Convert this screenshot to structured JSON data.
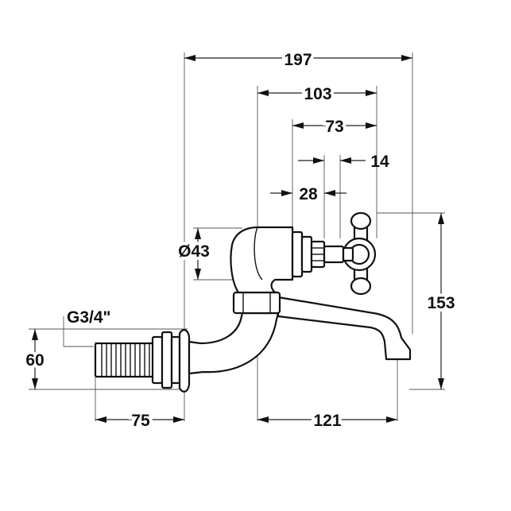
{
  "dimensions": {
    "overall_length": "197",
    "spout_to_handle": "103",
    "body_to_handle": "73",
    "spindle": "14",
    "stem": "28",
    "body_diameter": "Ø43",
    "thread": "G3/4\"",
    "inlet_height": "60",
    "height": "153",
    "inlet_length": "75",
    "spout_reach": "121"
  }
}
